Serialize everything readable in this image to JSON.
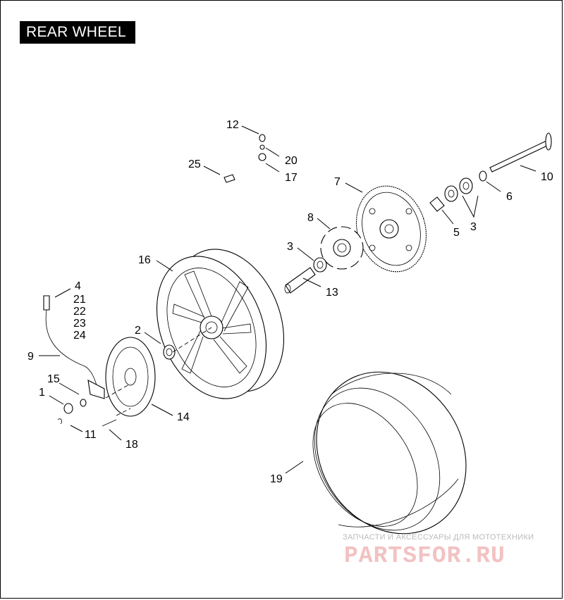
{
  "title": "REAR WHEEL",
  "callouts": [
    {
      "id": "c12",
      "text": "12"
    },
    {
      "id": "c20",
      "text": "20"
    },
    {
      "id": "c17",
      "text": "17"
    },
    {
      "id": "c25",
      "text": "25"
    },
    {
      "id": "c7",
      "text": "7"
    },
    {
      "id": "c10",
      "text": "10"
    },
    {
      "id": "c6",
      "text": "6"
    },
    {
      "id": "c5",
      "text": "5"
    },
    {
      "id": "c3a",
      "text": "3"
    },
    {
      "id": "c8",
      "text": "8"
    },
    {
      "id": "c3b",
      "text": "3"
    },
    {
      "id": "c16",
      "text": "16"
    },
    {
      "id": "c13",
      "text": "13"
    },
    {
      "id": "c4",
      "text": "4"
    },
    {
      "id": "c21",
      "text": "21"
    },
    {
      "id": "c22",
      "text": "22"
    },
    {
      "id": "c23",
      "text": "23"
    },
    {
      "id": "c24",
      "text": "24"
    },
    {
      "id": "c2",
      "text": "2"
    },
    {
      "id": "c9",
      "text": "9"
    },
    {
      "id": "c15",
      "text": "15"
    },
    {
      "id": "c1",
      "text": "1"
    },
    {
      "id": "c14",
      "text": "14"
    },
    {
      "id": "c11",
      "text": "11"
    },
    {
      "id": "c18",
      "text": "18"
    },
    {
      "id": "c19",
      "text": "19"
    }
  ],
  "watermark": {
    "caption": "ЗАПЧАСТИ И АКСЕССУАРЫ ДЛЯ МОТОТЕХНИКИ",
    "logo": "PARTSFOR.RU"
  }
}
